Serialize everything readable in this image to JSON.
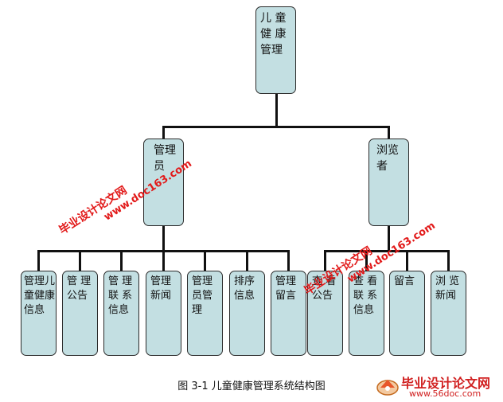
{
  "nodes": {
    "root": "儿 童\n健 康\n管理",
    "admin": "管理\n员",
    "browser": "浏览\n者",
    "a1": "管理儿\n童健康\n信息",
    "a2": "管 理\n公告",
    "a3": "管 理\n联 系\n信息",
    "a4": "管理\n新闻",
    "a5": "管理\n员管\n理",
    "a6": "排序\n信息",
    "a7": "管理\n留言",
    "b1": "查 看\n公告",
    "b2": "查 看\n联 系\n信息",
    "b3": "留言",
    "b4": "浏 览\n新闻"
  },
  "caption": "图 3-1 儿童健康管理系统结构图",
  "watermark": {
    "cn": "毕业设计论文网",
    "url": "www.doc163.com"
  },
  "logo": {
    "text": "毕业设计论文网",
    "url": "www.56doc.com"
  },
  "colors": {
    "box_fill": "#c3dfe2",
    "line": "#111111",
    "watermark": "#e21a1a"
  }
}
